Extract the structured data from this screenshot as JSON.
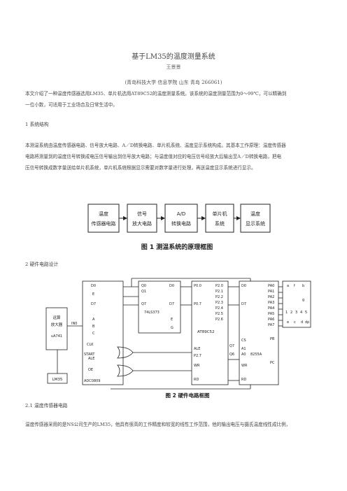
{
  "title": "基于LM35的温度测量系统",
  "author": "王景景",
  "affiliation": "(青岛科技大学  信息学院  山东  青岛  266061)",
  "abstract": [
    "本文介绍了一种温度传感器选用LM35、单片机选用AT89C52的温度测量系统。该系统的温度测量范围为0～99℃，可以精确到",
    "一位小数，可适用于工业场合及日常生活中。"
  ],
  "section1": "1  系统结构",
  "section1_text": [
    "本测温系统由温度传感器电路、信号放大电路、A／D转换电路、单片机系统、温度显示系统构成。其基本工作原理：温度传感器",
    "电路将测量到的温度信号转换成电压信号输出到信号放大电路；与温度值对应的电压信号经放大后输出至A／D转换电路，把电",
    "压信号转换成数字量送给单片机系统，单片机系统根据显示需要对数字量进行处理，再送温度显示系统进行显示。"
  ],
  "fig1": {
    "blocks": [
      [
        "温度",
        "传感器电路"
      ],
      [
        "信号",
        "放大电路"
      ],
      [
        "A/D",
        "转换电路"
      ],
      [
        "单片机",
        "系统"
      ],
      [
        "温度",
        "显示系统"
      ]
    ],
    "caption": "图 1   测温系统的原理框图"
  },
  "section2": "2  硬件电路设计",
  "fig2": {
    "caption": "图 2   硬件电路框图",
    "amp_label": [
      "运算",
      "放大器",
      "uA741"
    ],
    "lm35": "LM35",
    "adc_name": "ADC0809",
    "adc_pins": [
      "D0",
      "E",
      "D7",
      "IN0",
      "A",
      "B",
      "C",
      "CLK",
      "START",
      "ALE",
      "OE"
    ],
    "latch_name": "74LS373",
    "latch_pins": [
      "Q0",
      "Q1",
      "Q7",
      "D0",
      "D7",
      "E",
      "G"
    ],
    "mcu_name": "AT89C52",
    "mcu_pins_left": [
      "P0.0",
      "P0.7",
      "ALE",
      "P2.7",
      "WR",
      "RD"
    ],
    "mcu_pins_right": [
      "P2.0",
      "P2.1",
      "P2.2",
      "P2.3",
      "P2.4",
      "P2.5",
      "P2.6"
    ],
    "ppi_name": "8255A",
    "ppi_pins_left": [
      "D0",
      "D7",
      "CS",
      "A1",
      "A0",
      "WR",
      "RD"
    ],
    "ppi_pins_right": [
      "PA0",
      "PA1",
      "PA2",
      "PA3",
      "PA4",
      "PA5",
      "PA6",
      "PA7",
      "PB",
      "PC"
    ],
    "ppi_extra": [
      "Q7",
      "Q6"
    ],
    "display_labels": [
      "a",
      "f",
      "b",
      "g",
      "e",
      "c",
      "d",
      "dp"
    ],
    "display_digits": [
      "1",
      "2",
      "3",
      "4",
      "5"
    ]
  },
  "section2_1": "2.1  温度传感器电路",
  "section2_1_text": "温度传感器采用的是NS公司生产的LM35，他具有很高的工作精度和较宽的线性工作范围，他的输出电压与摄氏温度线性成比例，"
}
